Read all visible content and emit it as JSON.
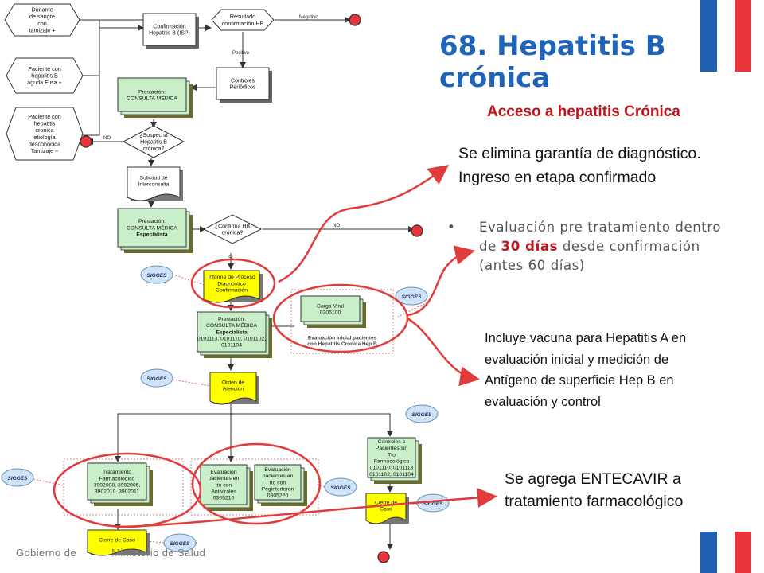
{
  "title": "68. Hepatitis B crónica",
  "subtitle": "Acceso a hepatitis Crónica",
  "callout1": "Se elimina garantía de diagnóstico. Ingreso en etapa confirmado",
  "callout2": {
    "bullet": "•",
    "before": "Evaluación pre tratamiento dentro de ",
    "highlight": "30 días",
    "after": " desde confirmación (antes 60 días)"
  },
  "callout3": "Incluye vacuna para Hepatitis A en evaluación inicial y medición de Antígeno de superficie Hep B en evaluación y control",
  "callout4": "Se agrega ENTECAVIR a tratamiento farmacológico",
  "footer": "Gobierno de           Ministerio de Salud",
  "flowchart": {
    "start_donante": [
      "Donante",
      "de sangre",
      "con",
      "tamizaje +"
    ],
    "start_aguda": [
      "Paciente con",
      "hepatitis B",
      "aguda Elisa +"
    ],
    "start_cronica": [
      "Paciente con",
      "hepatitis",
      "cronica",
      "etiología",
      "desconocida",
      "Tamizaje +"
    ],
    "confirmacion": [
      "Confirmación",
      "Hepatitis B (ISP)"
    ],
    "resultado": [
      "Resultado",
      "confirmación HB"
    ],
    "negativo": "Negativo",
    "positivo": "Positivo",
    "controles": [
      "Controles",
      "Periódicos"
    ],
    "consulta1": [
      "Prestación:",
      "CONSULTA MÉDICA"
    ],
    "sospecha": [
      "¿Sospecha",
      "Hepatitis B",
      "crónica?"
    ],
    "no1": "NO",
    "si1": "SI",
    "solicitud": [
      "Solicitud de",
      "Interconsulta"
    ],
    "consulta2": [
      "Prestación:",
      "CONSULTA MÉDICA",
      "Especialista"
    ],
    "confirma": [
      "¿Confirma HB",
      "crónica?"
    ],
    "no2": "NO",
    "si2": "SI",
    "sigges": "SIGGES",
    "informe": [
      "Informe de Proceso",
      "Diagnóstico",
      "Confirmación"
    ],
    "consulta3": [
      "Prestación:",
      "CONSULTA MÉDICA",
      "Especialista",
      "0101113, 0101110, 0101102,",
      "0101104"
    ],
    "carga_viral": [
      "Carga Viral",
      "0305100"
    ],
    "eval_inicial": [
      "Evaluación inicial pacientes",
      "con Hepatitis Crónica Hep B"
    ],
    "orden": [
      "Orden de",
      "Atención"
    ],
    "controles_sin": [
      "Controles a",
      "Pacientes sin",
      "Tto",
      "Farmacológico",
      "0101110; 0101113",
      "0101102, 0101104"
    ],
    "tratamiento": [
      "Tratamiento",
      "Farmacológico",
      "3902008, 3902006,",
      "3902010, 3902011"
    ],
    "eval_antivirales": [
      "Evaluación",
      "pacientes en",
      "tto con",
      "Antivirales",
      "0305210"
    ],
    "eval_peginterferon": [
      "Evaluación",
      "pacientes en",
      "tto con",
      "Peginterferón",
      "0305220"
    ],
    "cierre1": [
      "Cierre de",
      "Caso"
    ],
    "cierre2": [
      "Cierre de Caso"
    ]
  },
  "colors": {
    "title": "#1f64b8",
    "subtitle": "#c0141b",
    "arrow": "#e23b3b",
    "green_box": "#c9efc9",
    "yellow_box": "#ffff00",
    "sigges": "#cfe3f7",
    "end_node": "#e8343a"
  }
}
